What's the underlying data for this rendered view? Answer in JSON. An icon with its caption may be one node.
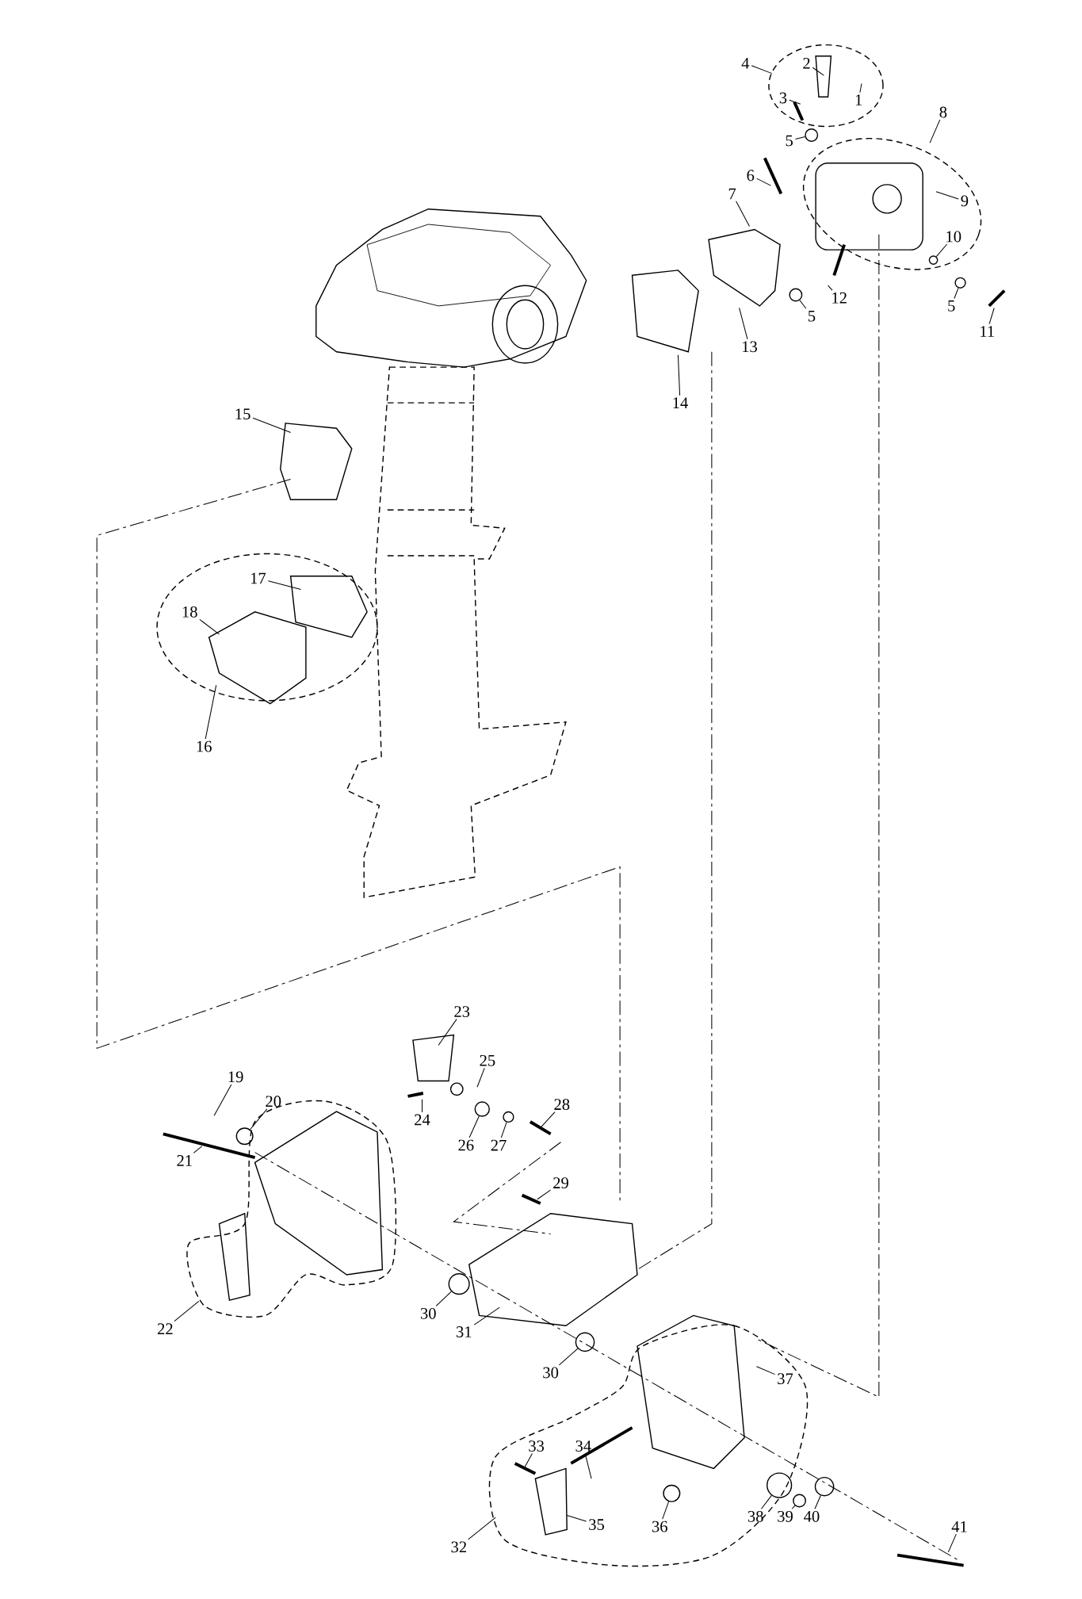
{
  "diagram": {
    "nodes": [
      {
        "text": [
          "4"
        ]
      },
      {
        "text": [
          "2"
        ]
      },
      {
        "text": [
          "1"
        ]
      },
      {
        "text": [
          "3"
        ]
      },
      {
        "text": [
          "8"
        ]
      },
      {
        "text": [
          "5"
        ]
      },
      {
        "text": [
          "6"
        ]
      },
      {
        "text": [
          "7"
        ]
      },
      {
        "text": [
          "9"
        ]
      },
      {
        "text": [
          "10"
        ]
      },
      {
        "text": [
          "12"
        ]
      },
      {
        "text": [
          "5"
        ]
      },
      {
        "text": [
          "5"
        ]
      },
      {
        "text": [
          "11"
        ]
      },
      {
        "text": [
          "13"
        ]
      },
      {
        "text": [
          "14"
        ]
      },
      {
        "text": [
          "15"
        ]
      },
      {
        "text": [
          "17"
        ]
      },
      {
        "text": [
          "18"
        ]
      },
      {
        "text": [
          "16"
        ]
      },
      {
        "text": [
          "23"
        ]
      },
      {
        "text": [
          "25"
        ]
      },
      {
        "text": [
          "19"
        ]
      },
      {
        "text": [
          "28"
        ]
      },
      {
        "text": [
          "20"
        ]
      },
      {
        "text": [
          "24"
        ]
      },
      {
        "text": [
          "26"
        ]
      },
      {
        "text": [
          "27"
        ]
      },
      {
        "text": [
          "21"
        ]
      },
      {
        "text": [
          "29"
        ]
      },
      {
        "text": [
          "30"
        ]
      },
      {
        "text": [
          "31"
        ]
      },
      {
        "text": [
          "22"
        ]
      },
      {
        "text": [
          "30"
        ]
      },
      {
        "text": [
          "37"
        ]
      },
      {
        "text": [
          "34"
        ]
      },
      {
        "text": [
          "33"
        ]
      },
      {
        "text": [
          "35"
        ]
      },
      {
        "text": [
          "36"
        ]
      },
      {
        "text": [
          "38"
        ]
      },
      {
        "text": [
          "39"
        ]
      },
      {
        "text": [
          "40"
        ]
      },
      {
        "text": [
          "32"
        ]
      },
      {
        "text": [
          "41"
        ]
      },
      {
        "text": [],
        "shape": "circle"
      },
      {
        "text": [],
        "shape": "circle"
      },
      {
        "text": [],
        "shape": "circle"
      },
      {
        "text": [],
        "shape": "circle"
      },
      {
        "text": [],
        "shape": "circle"
      },
      {
        "text": [],
        "shape": "circle"
      },
      {
        "text": [],
        "shape": "circle"
      },
      {
        "text": [],
        "shape": "circle"
      },
      {
        "text": [],
        "shape": "circle"
      },
      {
        "text": [],
        "shape": "circle"
      },
      {
        "text": [],
        "shape": "circle"
      },
      {
        "text": [],
        "shape": "circle"
      },
      {
        "text": [],
        "shape": "circle"
      }
    ],
    "edges": [
      {
        "from": 0,
        "to": null,
        "arrow": "none"
      },
      {
        "from": 1,
        "to": null,
        "arrow": "none"
      },
      {
        "from": 2,
        "to": null,
        "arrow": "none"
      },
      {
        "from": 3,
        "to": null,
        "arrow": "none"
      },
      {
        "from": 4,
        "to": null,
        "arrow": "none"
      },
      {
        "from": 5,
        "to": 44,
        "arrow": "none"
      },
      {
        "from": 6,
        "to": null,
        "arrow": "none"
      },
      {
        "from": 7,
        "to": null,
        "arrow": "none"
      },
      {
        "from": 8,
        "to": null,
        "arrow": "none"
      },
      {
        "from": 9,
        "to": 45,
        "arrow": "none"
      },
      {
        "from": 10,
        "to": null,
        "arrow": "none"
      },
      {
        "from": 11,
        "to": 47,
        "arrow": "none"
      },
      {
        "from": 12,
        "to": 46,
        "arrow": "none"
      },
      {
        "from": 13,
        "to": null,
        "arrow": "none"
      },
      {
        "from": 14,
        "to": null,
        "arrow": "none"
      },
      {
        "from": 15,
        "to": null,
        "arrow": "none"
      },
      {
        "from": 16,
        "to": null,
        "arrow": "none"
      },
      {
        "from": 17,
        "to": null,
        "arrow": "none"
      },
      {
        "from": 18,
        "to": null,
        "arrow": "none"
      },
      {
        "from": 19,
        "to": null,
        "arrow": "none"
      },
      {
        "from": 20,
        "to": null,
        "arrow": "none"
      },
      {
        "from": 21,
        "to": null,
        "arrow": "none"
      },
      {
        "from": 22,
        "to": null,
        "arrow": "none"
      },
      {
        "from": 23,
        "to": null,
        "arrow": "none"
      },
      {
        "from": 24,
        "to": 50,
        "arrow": "none"
      },
      {
        "from": 25,
        "to": null,
        "arrow": "none"
      },
      {
        "from": 26,
        "to": 48,
        "arrow": "none"
      },
      {
        "from": 27,
        "to": 49,
        "arrow": "none"
      },
      {
        "from": 28,
        "to": null,
        "arrow": "none"
      },
      {
        "from": 29,
        "to": null,
        "arrow": "none"
      },
      {
        "from": 30,
        "to": 51,
        "arrow": "none"
      },
      {
        "from": 31,
        "to": null,
        "arrow": "none"
      },
      {
        "from": 32,
        "to": null,
        "arrow": "none"
      },
      {
        "from": 33,
        "to": 52,
        "arrow": "none"
      },
      {
        "from": 34,
        "to": null,
        "arrow": "none"
      },
      {
        "from": 35,
        "to": null,
        "arrow": "none"
      },
      {
        "from": 36,
        "to": null,
        "arrow": "none"
      },
      {
        "from": 37,
        "to": null,
        "arrow": "none"
      },
      {
        "from": 38,
        "to": 54,
        "arrow": "none"
      },
      {
        "from": 39,
        "to": 53,
        "arrow": "none"
      },
      {
        "from": 40,
        "to": 55,
        "arrow": "none"
      },
      {
        "from": 41,
        "to": 56,
        "arrow": "none"
      },
      {
        "from": 42,
        "to": null,
        "arrow": "none"
      },
      {
        "from": 43,
        "to": null,
        "arrow": "none"
      }
    ]
  }
}
